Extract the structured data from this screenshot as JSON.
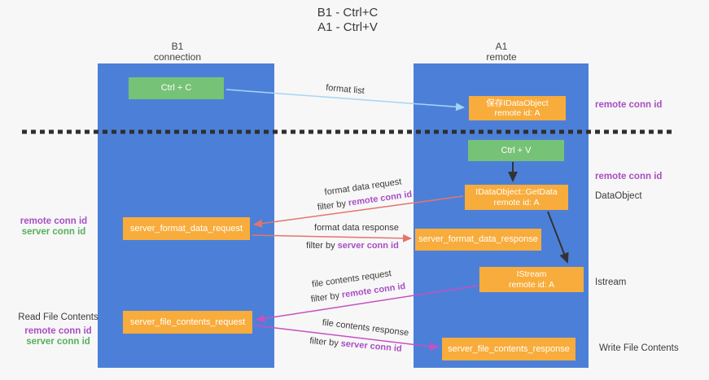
{
  "title": {
    "line1": "B1 - Ctrl+C",
    "line2": "A1 - Ctrl+V"
  },
  "columns": {
    "b1": {
      "title": "B1",
      "subtitle": "connection"
    },
    "a1": {
      "title": "A1",
      "subtitle": "remote"
    }
  },
  "boxes": {
    "ctrl_c": {
      "label": "Ctrl + C"
    },
    "ctrl_v": {
      "label": "Ctrl + V"
    },
    "save_dataobject": {
      "line1": "保存IDataObject",
      "line2": "remote id: A"
    },
    "getdata": {
      "line1": "IDataObject::GetData",
      "line2": "remote id: A"
    },
    "istream": {
      "line1": "IStream",
      "line2": "remote id: A"
    },
    "server_format_data_request": {
      "label": "server_format_data_request"
    },
    "server_format_data_response": {
      "label": "server_format_data_response"
    },
    "server_file_contents_request": {
      "label": "server_file_contents_request"
    },
    "server_file_contents_response": {
      "label": "server_file_contents_response"
    }
  },
  "arrow_labels": {
    "format_list": "format list",
    "format_data_request": "format data request",
    "format_data_response": "format data response",
    "file_contents_request": "file contents request",
    "file_contents_response": "file contents response",
    "filter_by": "filter by",
    "remote_conn_id": "remote conn id",
    "server_conn_id": "server conn id"
  },
  "side_labels": {
    "right_remote_conn_id_1": "remote conn id",
    "right_remote_conn_id_2": "remote conn id",
    "dataobject": "DataObject",
    "istream": "Istream",
    "write_file_contents": "Write File Contents",
    "left_remote_conn_id_1": "remote conn id",
    "left_server_conn_id_1": "server conn id",
    "read_file_contents": "Read File Contents",
    "left_remote_conn_id_2": "remote conn id",
    "left_server_conn_id_2": "server conn id"
  },
  "colors": {
    "column_blue": "#4c80d8",
    "box_green": "#76c276",
    "box_orange": "#f8ac3b",
    "arrow_lightblue": "#a6d5f2",
    "arrow_red": "#e4756b",
    "arrow_magenta": "#c750c0",
    "arrow_black": "#333333",
    "text_purple": "#a94ec2",
    "text_green": "#55b05a"
  }
}
